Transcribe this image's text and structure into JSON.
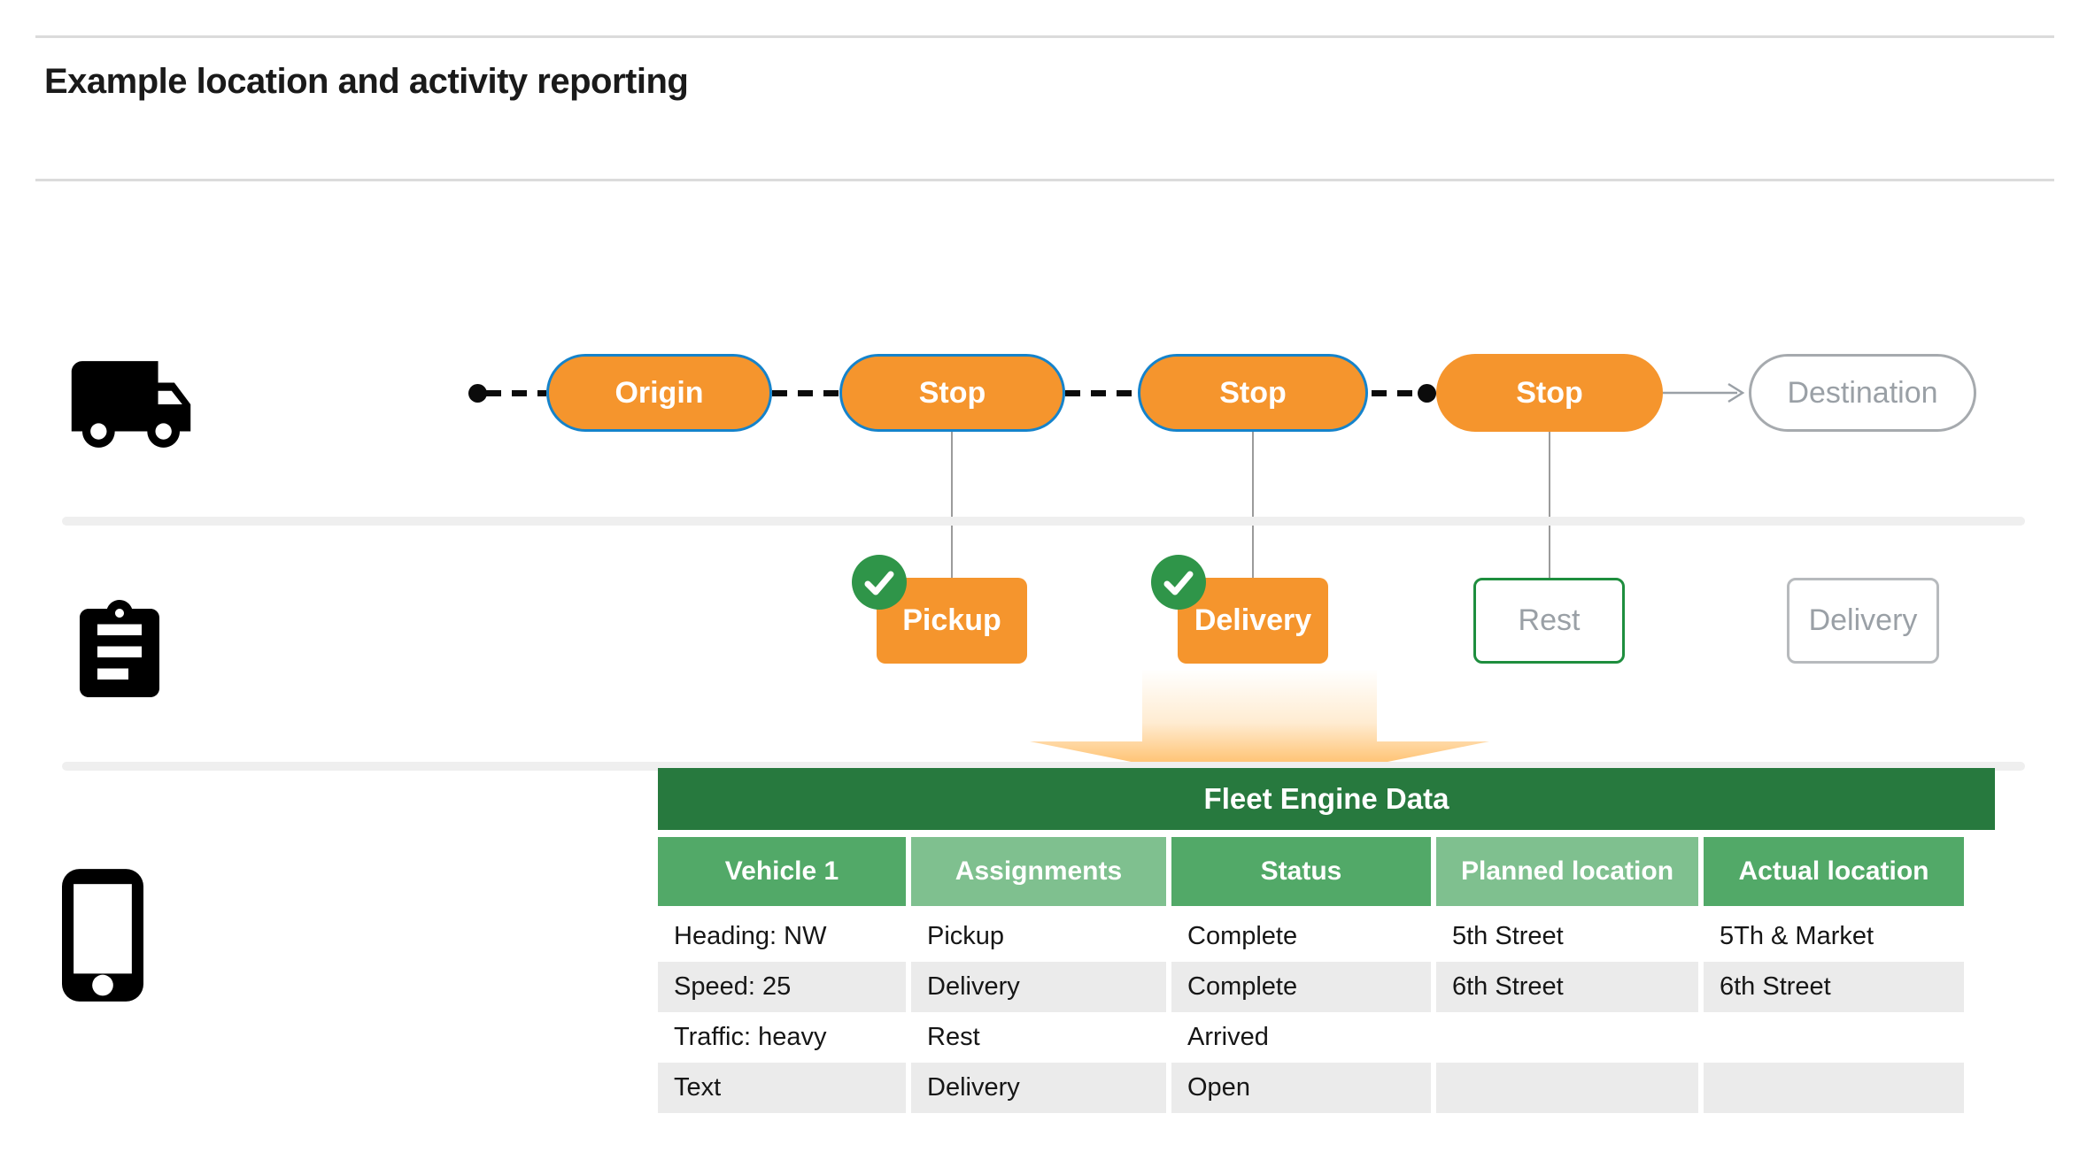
{
  "title": "Example location and activity reporting",
  "route": {
    "nodes": [
      {
        "label": "Origin",
        "state": "visited"
      },
      {
        "label": "Stop",
        "state": "visited"
      },
      {
        "label": "Stop",
        "state": "visited"
      },
      {
        "label": "Stop",
        "state": "current"
      },
      {
        "label": "Destination",
        "state": "future"
      }
    ]
  },
  "activities": [
    {
      "label": "Pickup",
      "checked": true,
      "style": "filled"
    },
    {
      "label": "Delivery",
      "checked": true,
      "style": "filled"
    },
    {
      "label": "Rest",
      "checked": false,
      "style": "green-outline"
    },
    {
      "label": "Delivery",
      "checked": false,
      "style": "gray-outline"
    }
  ],
  "icons": [
    {
      "name": "truck-icon"
    },
    {
      "name": "clipboard-icon"
    },
    {
      "name": "phone-icon"
    },
    {
      "name": "check-icon"
    }
  ],
  "table": {
    "title": "Fleet Engine Data",
    "columns": [
      "Vehicle 1",
      "Assignments",
      "Status",
      "Planned location",
      "Actual location"
    ],
    "column_tones": [
      "dark",
      "light",
      "dark",
      "light",
      "dark"
    ],
    "rows": [
      [
        "Heading: NW",
        "Pickup",
        "Complete",
        "5th Street",
        "5Th & Market"
      ],
      [
        "Speed: 25",
        "Delivery",
        "Complete",
        "6th Street",
        "6th Street"
      ],
      [
        "Traffic: heavy",
        "Rest",
        "Arrived",
        "",
        ""
      ],
      [
        "Text",
        "Delivery",
        "Open",
        "",
        ""
      ]
    ]
  },
  "colors": {
    "pill_orange": "#F5952D",
    "pill_blue_border": "#1583CB",
    "future_gray": "#9AA0A6",
    "check_green": "#2F9549",
    "rest_border_green": "#1E8E3E",
    "table_header_green": "#27793E",
    "column_dark_green": "#52A968",
    "column_light_green": "#7FC08F",
    "row_shade_gray": "#EBEBEB",
    "arrow_orange": "#FFA743"
  }
}
